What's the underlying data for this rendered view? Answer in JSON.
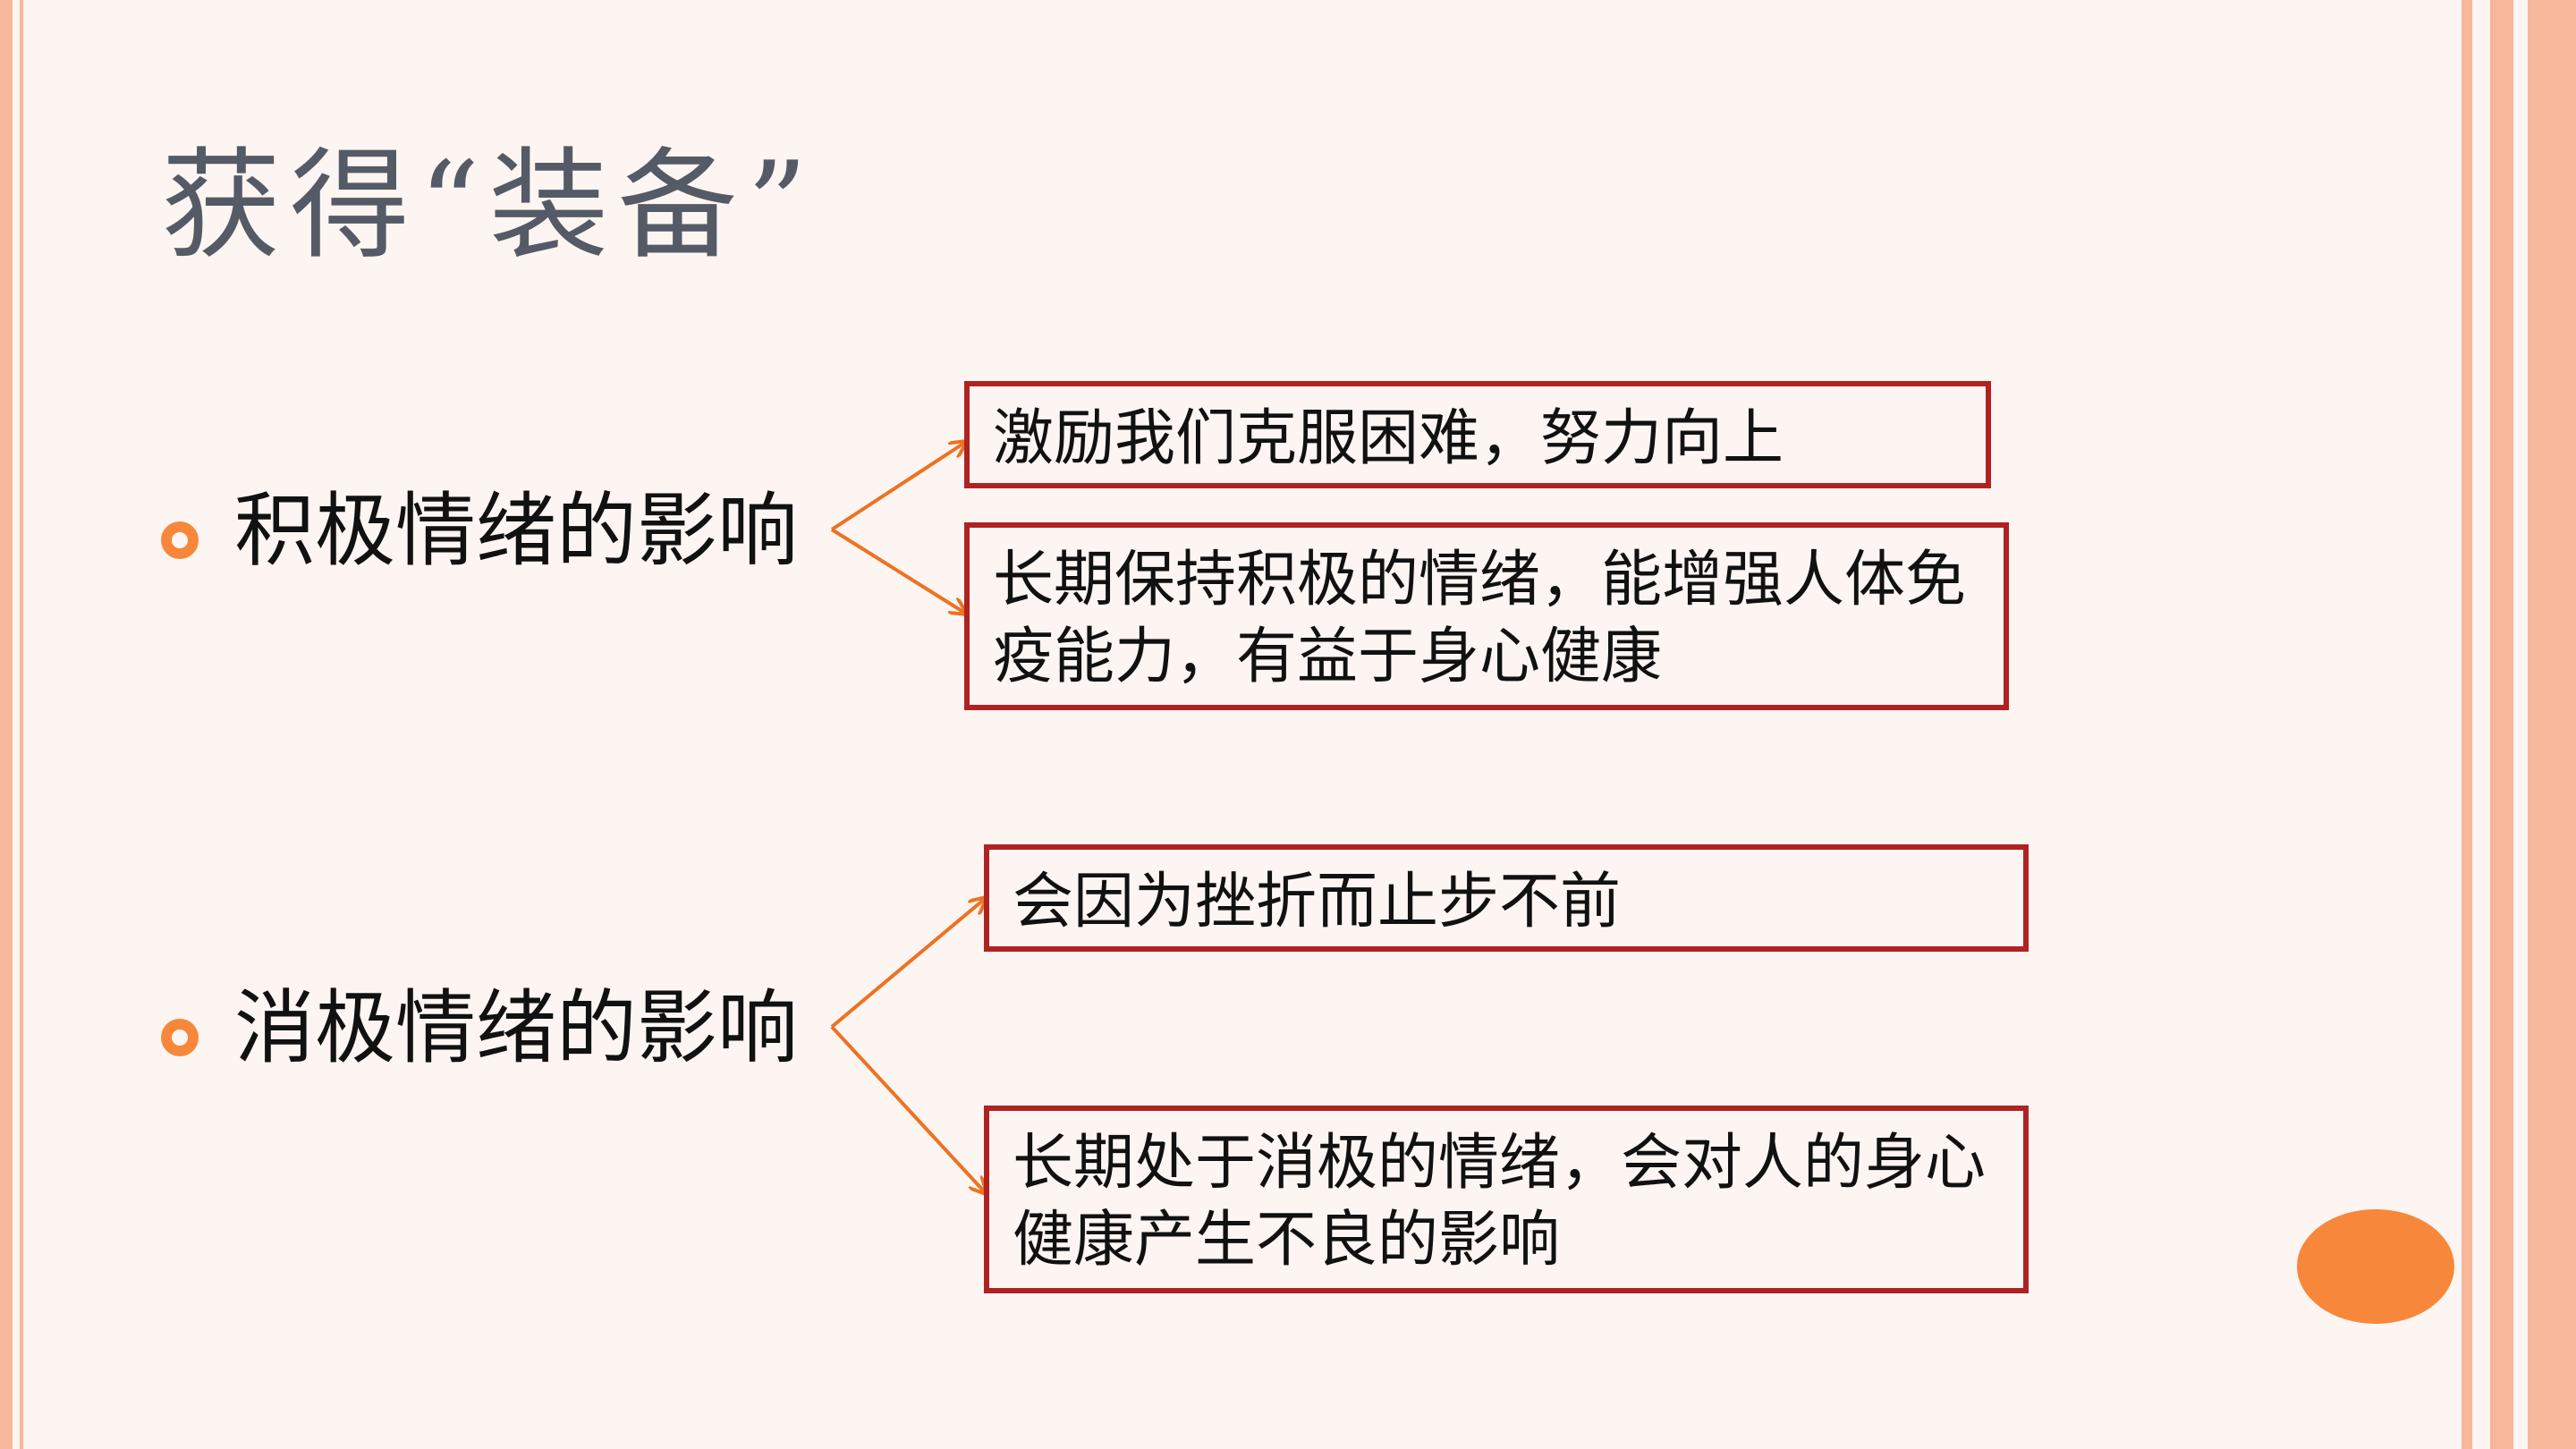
{
  "slide": {
    "title": "获得“装备”"
  },
  "topics": [
    {
      "label": "积极情绪的影响",
      "effects": [
        "激励我们克服困难，努力向上",
        "长期保持积极的情绪，能增强人体免疫能力，有益于身心健康"
      ]
    },
    {
      "label": "消极情绪的影响",
      "effects": [
        "会因为挫折而止步不前",
        "长期处于消极的情绪，会对人的身心健康产生不良的影响"
      ]
    }
  ],
  "colors": {
    "accent": "#f7883b",
    "box_border": "#b02222",
    "connector": "#ed7222",
    "title": "#545b66",
    "edge_stripe": "#f7b79a",
    "background": "#fdf5f1"
  },
  "icons": {
    "bullet": "orange-ring-bullet",
    "connector": "orange-arrow"
  }
}
